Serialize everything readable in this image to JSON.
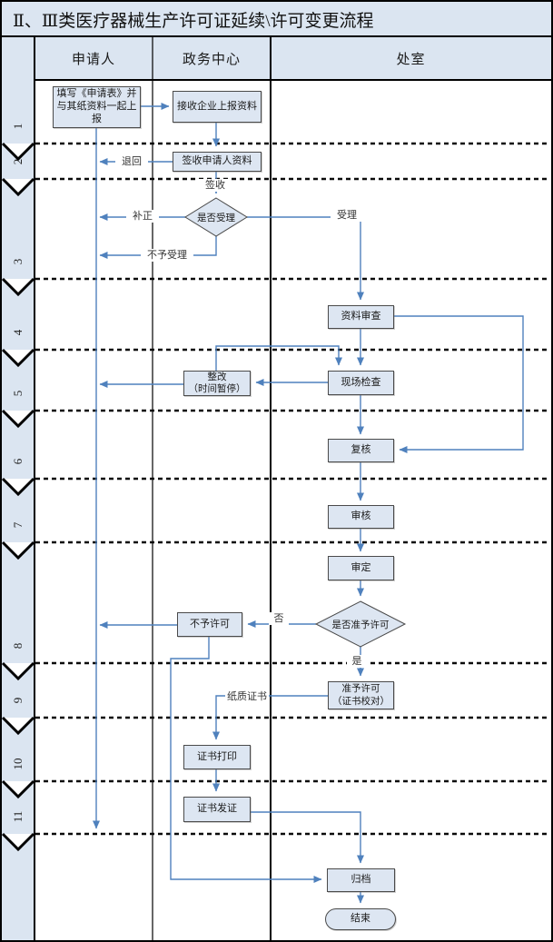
{
  "title": "Ⅱ、Ⅲ类医疗器械生产许可证延续\\许可变更流程",
  "columns": {
    "applicant": "申请人",
    "service_center": "政务中心",
    "department": "处室"
  },
  "lanes": [
    "1",
    "2",
    "3",
    "4",
    "5",
    "6",
    "7",
    "8",
    "9",
    "10",
    "11"
  ],
  "nodes": {
    "fill_form": "填写《申请表》并与其纸资料一起上报",
    "receive_materials": "接收企业上报资料",
    "sign_for_materials": "签收申请人资料",
    "accept_decision": "是否受理",
    "material_review": "资料审查",
    "rectify_line1": "整改",
    "rectify_line2": "（时间暂停）",
    "onsite_inspection": "现场检查",
    "recheck": "复核",
    "audit": "审核",
    "final_review": "审定",
    "grant_decision": "是否准予许可",
    "deny_license": "不予许可",
    "grant_line1": "准予许可",
    "grant_line2": "（证书校对）",
    "print_certificate": "证书打印",
    "issue_certificate": "证书发证",
    "archive": "归档",
    "end": "结束"
  },
  "edge_labels": {
    "return_back": "退回",
    "sign": "签收",
    "correct": "补正",
    "not_accept": "不予受理",
    "accept": "受理",
    "no": "否",
    "yes": "是",
    "paper_certificate": "纸质证书"
  },
  "colors": {
    "accent_line": "#4f81bd",
    "panel_fill": "#dbe5f1",
    "node_fill": "#dde6f2",
    "border": "#000000"
  }
}
